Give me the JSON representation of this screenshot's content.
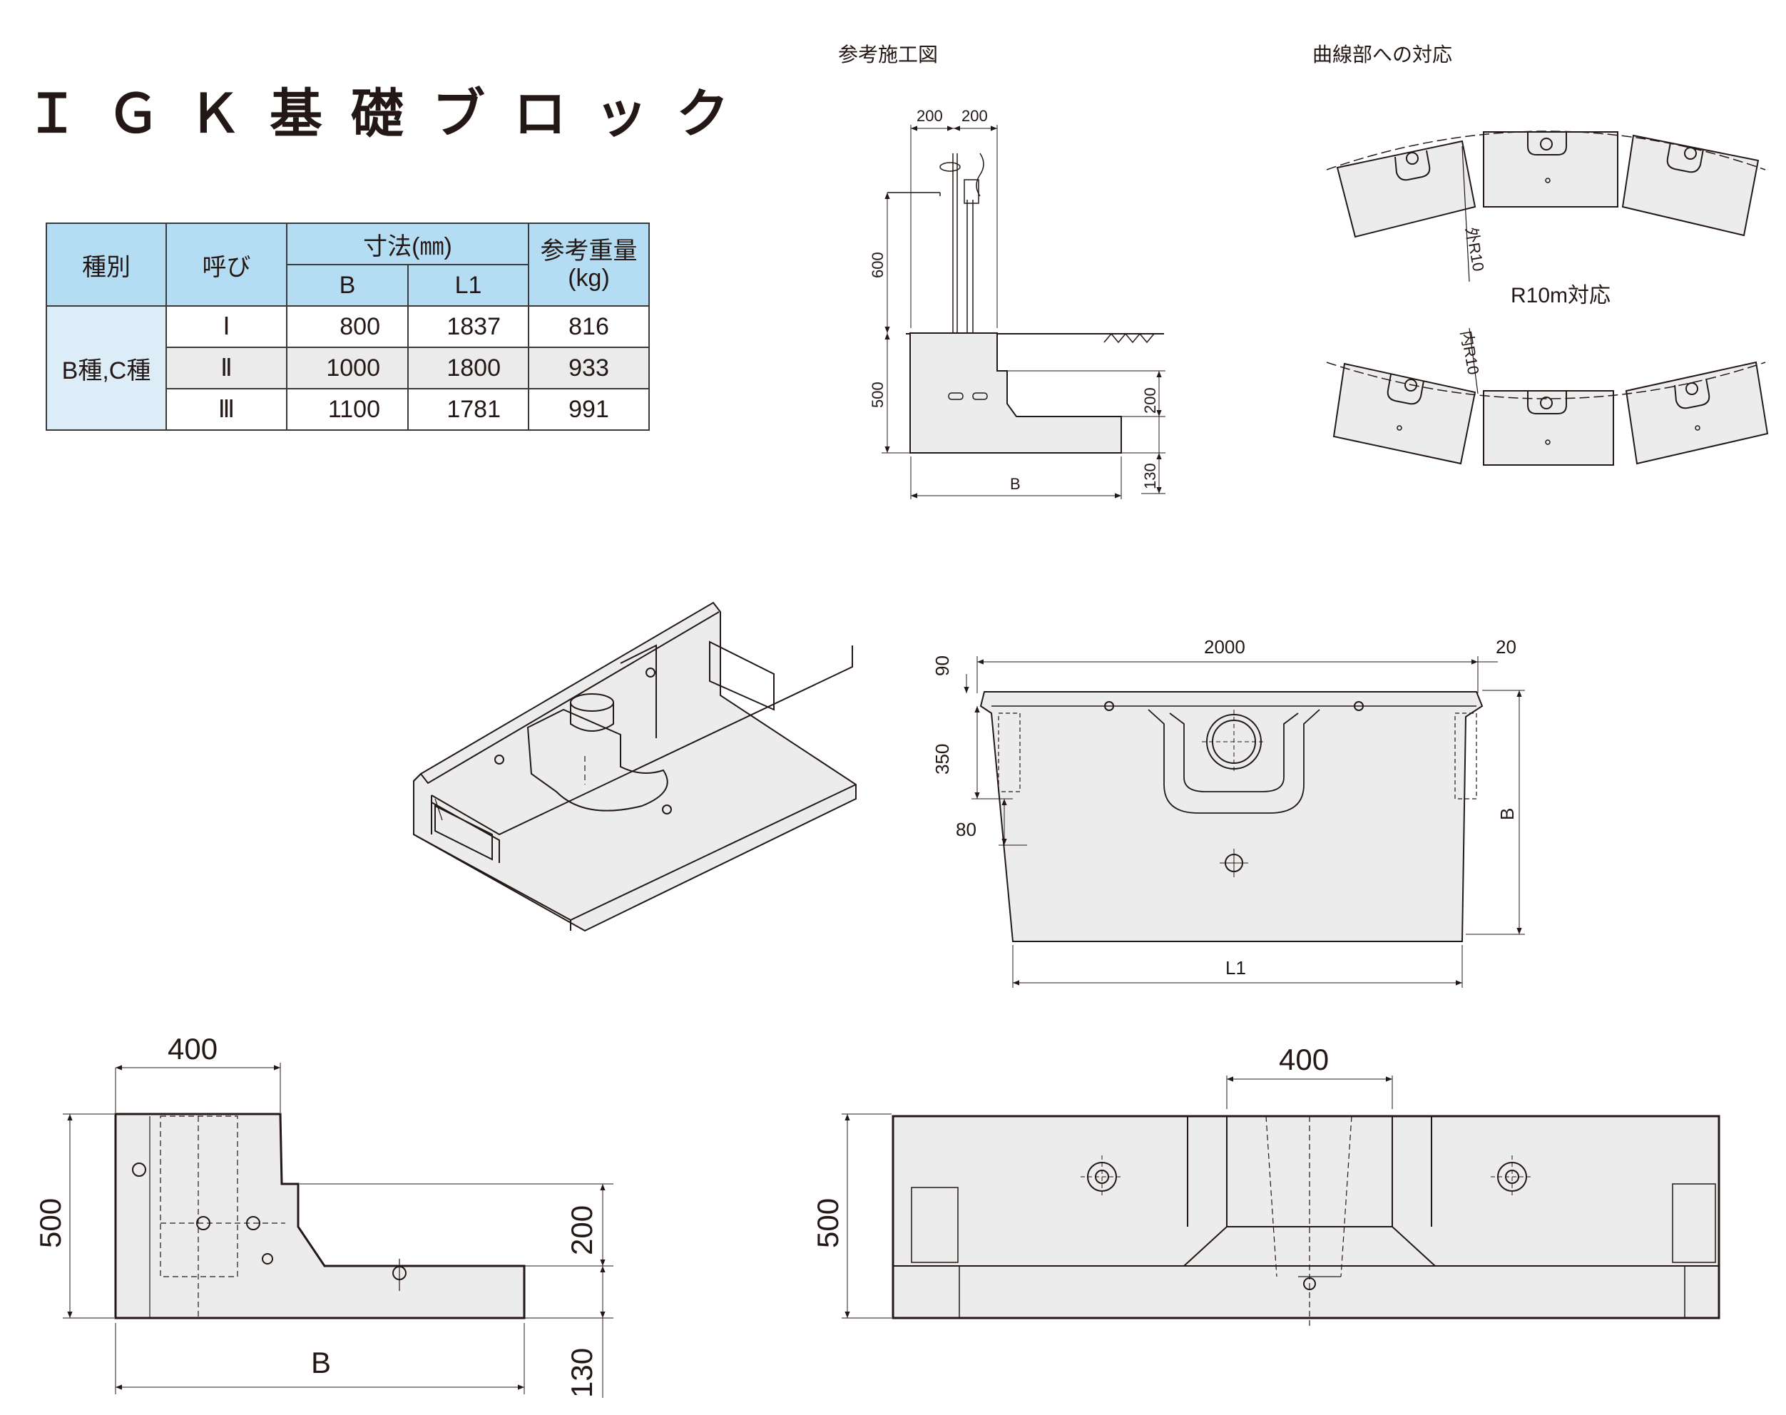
{
  "title": "ＩＧＫ基礎ブロック",
  "table": {
    "headers": {
      "kind": "種別",
      "name": "呼び",
      "dims": "寸法(㎜)",
      "B": "B",
      "L1": "L1",
      "weight_line1": "参考重量",
      "weight_line2": "(kg)"
    },
    "category": "B種,C種",
    "rows": [
      {
        "name": "Ⅰ",
        "B": "800",
        "L1": "1837",
        "weight": "816"
      },
      {
        "name": "Ⅱ",
        "B": "1000",
        "L1": "1800",
        "weight": "933"
      },
      {
        "name": "Ⅲ",
        "B": "1100",
        "L1": "1781",
        "weight": "991"
      }
    ]
  },
  "construction": {
    "title": "参考施工図",
    "dims": {
      "w1": "200",
      "w2": "200",
      "h_upper": "600",
      "h_block": "500",
      "h_step": "200",
      "h_base": "130",
      "width": "B"
    }
  },
  "curve": {
    "title": "曲線部への対応",
    "outer_label": "外R10",
    "inner_label": "内R10",
    "caption": "R10m対応"
  },
  "plan": {
    "length": "2000",
    "overhang": "20",
    "edge": "90",
    "depth": "350",
    "offset": "80",
    "width": "B",
    "length_label": "L1"
  },
  "side": {
    "top": "400",
    "height": "500",
    "step": "200",
    "base": "130",
    "width": "B"
  },
  "front": {
    "top": "400",
    "height": "500"
  }
}
